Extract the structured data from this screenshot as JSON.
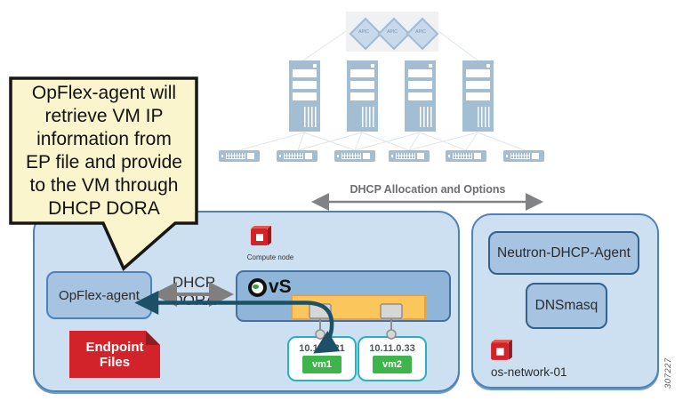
{
  "callout": {
    "lines": [
      "OpFlex-agent will",
      "retrieve VM IP",
      "information from",
      "EP file and provide",
      "to the VM through",
      "DHCP DORA"
    ]
  },
  "fabric": {
    "apic_label": "APIC"
  },
  "flow_labels": {
    "dhcp_allocation": "DHCP Allocation and Options",
    "dhcp_dora": "DHCP DORA"
  },
  "compute_node": {
    "icon_label": "Compute node",
    "opflex_agent": "OpFlex-agent",
    "ovs_logo_text": "vS",
    "endpoint_files": {
      "line1": "Endpoint",
      "line2": "Files"
    },
    "vms": [
      {
        "ip": "10.11.0.21",
        "name": "vm1"
      },
      {
        "ip": "10.11.0.33",
        "name": "vm2"
      }
    ]
  },
  "network_node": {
    "neutron_dhcp_agent": "Neutron-DHCP-Agent",
    "dnsmasq": "DNSmasq",
    "icon_label": "os-network-01"
  },
  "watermark": "307227",
  "colors": {
    "container_fill": "#cde0f1",
    "container_border": "#4f81bd",
    "inner_box_fill": "#a6c4e2",
    "ovs_fill": "#8fb6d9",
    "orange_bar": "#fbc75d",
    "red_accent": "#d2232a",
    "vm_green": "#3db54a",
    "vm_border": "#2aafc4",
    "callout_bg": "#faf5cc",
    "arrow_dark": "#1d4f66",
    "arrow_gray": "#7f7f7f"
  }
}
